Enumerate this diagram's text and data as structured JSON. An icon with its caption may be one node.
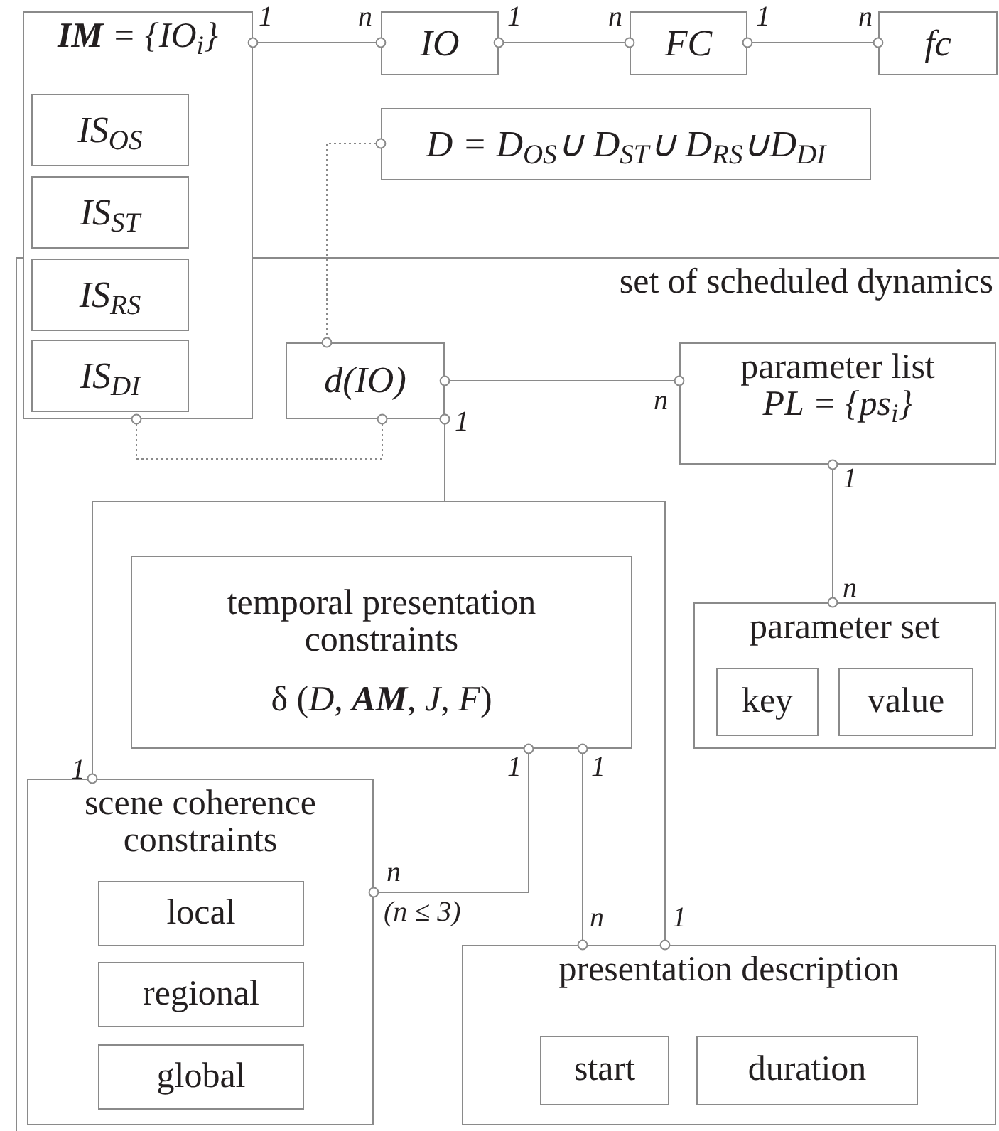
{
  "diagram": {
    "nodes": [
      {
        "text": [
          "**IM** = {IO$_{i}$}"
        ]
      },
      {
        "text": [
          "IS$_{OS}$"
        ],
        "in": 0
      },
      {
        "text": [
          "IS$_{ST}$"
        ],
        "in": 0
      },
      {
        "text": [
          "IS$_{RS}$"
        ]
      },
      {
        "text": [
          "IS$_{DI}$"
        ]
      },
      {
        "text": [
          "IO"
        ]
      },
      {
        "text": [
          "FC"
        ]
      },
      {
        "text": [
          "fc"
        ]
      },
      {
        "text": [
          "D = D$_{OS}$∪ D$_{ST}$∪ D$_{RS}$∪D$_{DI}$"
        ]
      },
      {
        "text": [
          "set of scheduled dynamics"
        ]
      },
      {
        "text": [
          "d(IO)"
        ],
        "in": 9
      },
      {
        "text": [
          "parameter list",
          "PL = {ps$_{i}$}"
        ],
        "in": 9
      },
      {
        "text": [
          "temporal presentation constraints",
          "δ (*D*, **AM**, *J*, *F*)"
        ],
        "in": 9
      },
      {
        "text": [
          "parameter set"
        ],
        "in": 9
      },
      {
        "text": [
          "key"
        ],
        "in": 13
      },
      {
        "text": [
          "value"
        ],
        "in": 13
      },
      {
        "text": [
          "scene coherence constraints"
        ],
        "in": 9
      },
      {
        "text": [
          "local"
        ],
        "in": 16
      },
      {
        "text": [
          "regional"
        ],
        "in": 16
      },
      {
        "text": [
          "global"
        ],
        "in": 16
      },
      {
        "text": [
          "presentation description"
        ],
        "in": 9
      },
      {
        "text": [
          "start"
        ],
        "in": 20
      },
      {
        "text": [
          "duration"
        ],
        "in": 20
      }
    ],
    "edges": [
      {
        "from": 0,
        "to": 5,
        "arrow": "other"
      },
      {
        "from": 5,
        "to": 6,
        "arrow": "other"
      },
      {
        "from": 6,
        "to": 7,
        "arrow": "other"
      },
      {
        "from": 8,
        "to": 10,
        "arrow": "other",
        "style": "dashed"
      },
      {
        "from": 0,
        "to": 10,
        "arrow": "other",
        "style": "dashed"
      },
      {
        "from": 10,
        "to": 11,
        "arrow": "other"
      },
      {
        "from": 11,
        "to": 13,
        "arrow": "other"
      },
      {
        "from": 10,
        "to": 16,
        "arrow": "other"
      },
      {
        "from": 10,
        "to": 20,
        "arrow": "other"
      },
      {
        "from": 12,
        "to": 16,
        "arrow": "other"
      },
      {
        "from": 12,
        "to": 20,
        "arrow": "other"
      }
    ],
    "labels": [
      "1",
      "n",
      "1",
      "n",
      "1",
      "n",
      "1",
      "n",
      "1",
      "n",
      "1",
      "1",
      "1",
      "n",
      "(n ≤ 3)",
      "n",
      "1"
    ]
  }
}
